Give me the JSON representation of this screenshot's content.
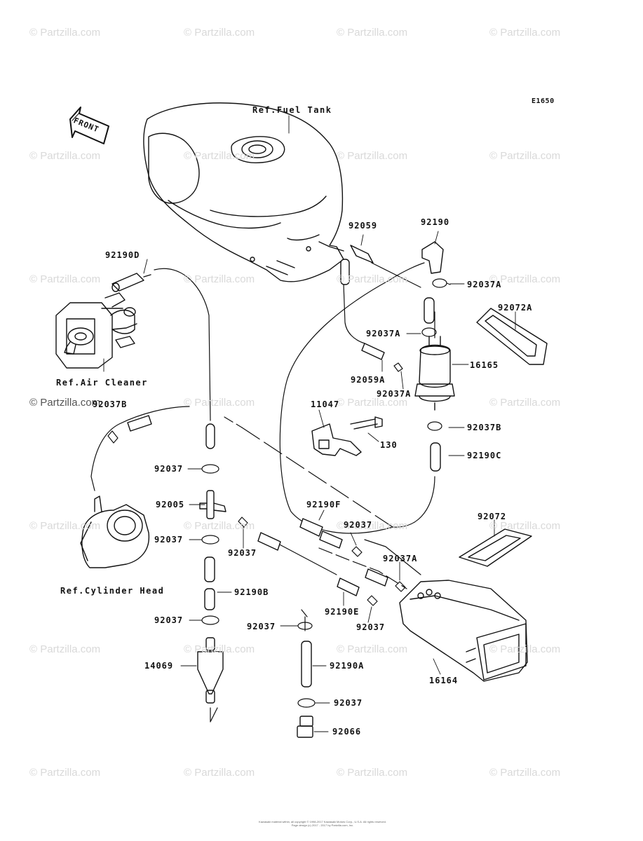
{
  "diagram_code": "E1650",
  "front_label": "FRONT",
  "watermark": "© Partzilla.com",
  "references": {
    "fuel_tank": "Ref.Fuel Tank",
    "air_cleaner": "Ref.Air Cleaner",
    "cylinder_head": "Ref.Cylinder Head"
  },
  "part_labels": [
    "92059",
    "92190",
    "92190D",
    "92037A",
    "92072A",
    "92037A",
    "16165",
    "92059A",
    "92037A",
    "11047",
    "92037B",
    "92037B",
    "130",
    "92190C",
    "92037",
    "92005",
    "92190F",
    "92037",
    "92072",
    "92037",
    "92037",
    "92037A",
    "92190B",
    "92190E",
    "92037",
    "92037",
    "92037",
    "14069",
    "92190A",
    "16164",
    "92037",
    "92066"
  ],
  "copyright_lines": [
    "Kawasaki material within, all copyright © 1998-2017 Kawasaki Motors Corp., U.S.A. All rights reserved.",
    "Page design (c) 2017 - 2017 by Partzilla.com, Inc."
  ]
}
